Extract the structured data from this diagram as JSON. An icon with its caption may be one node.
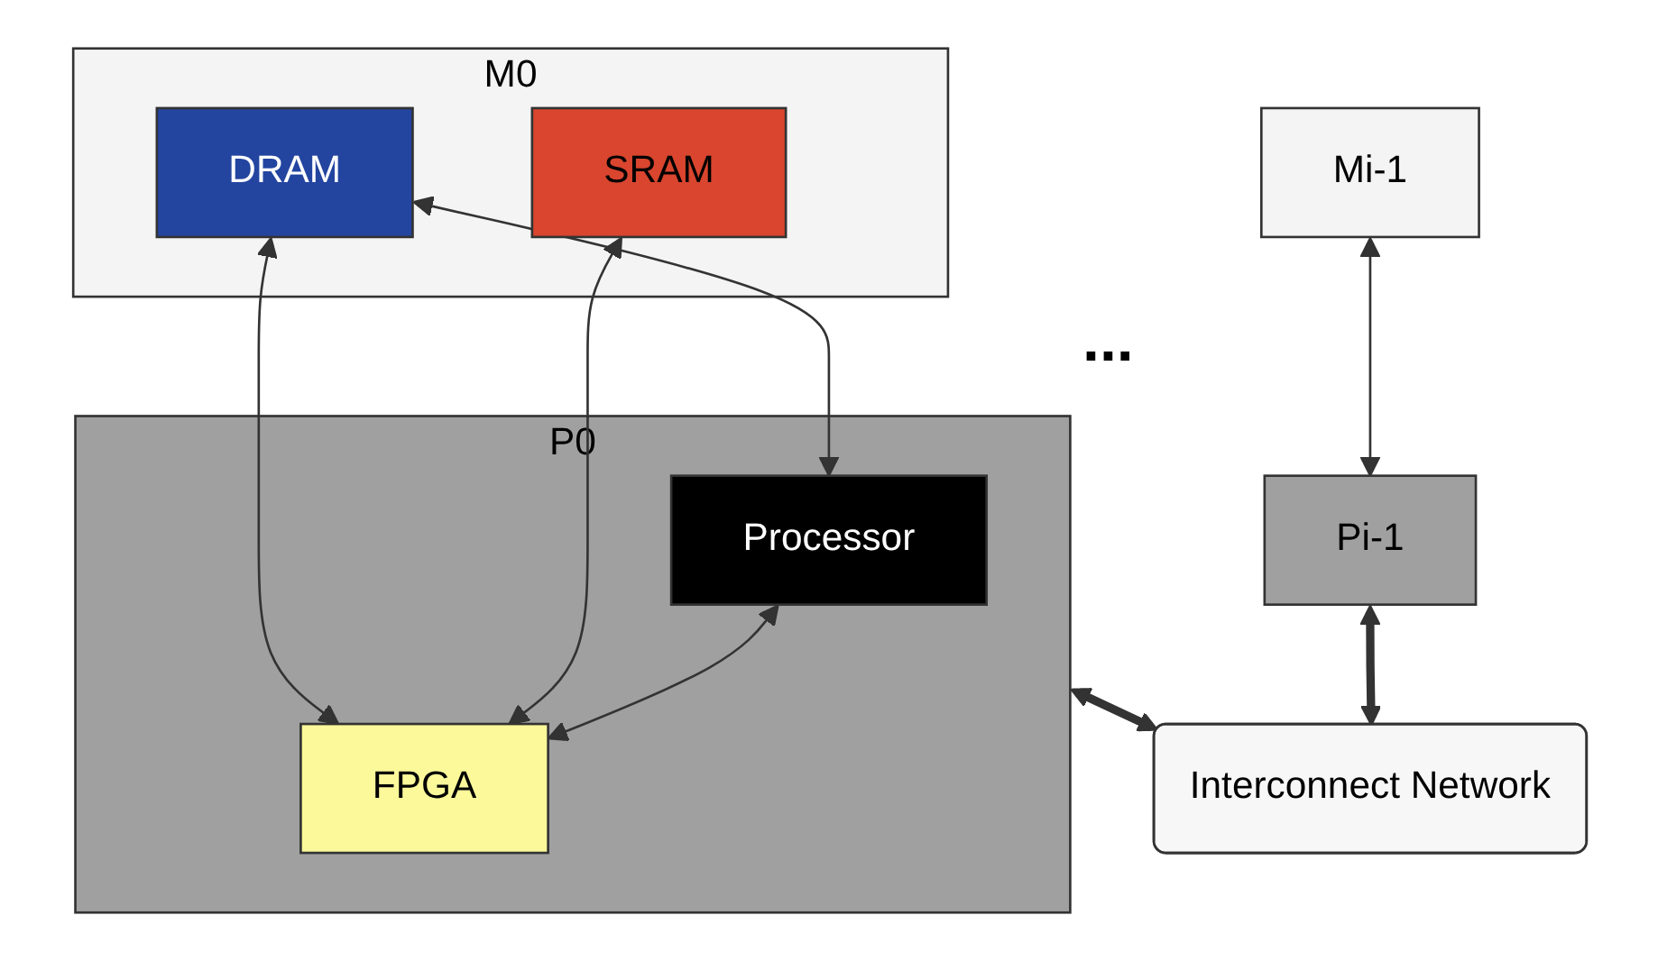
{
  "diagram": {
    "nodes": [
      {
        "text": [
          "M0"
        ]
      },
      {
        "text": [
          "DRAM"
        ],
        "in": 0
      },
      {
        "text": [
          "SRAM"
        ],
        "in": 0
      },
      {
        "text": [
          "Mi-1"
        ]
      },
      {
        "text": [
          "P0"
        ]
      },
      {
        "text": [
          "Processor"
        ],
        "in": 4
      },
      {
        "text": [
          "FPGA"
        ],
        "in": 4
      },
      {
        "text": [
          "Pi-1"
        ]
      },
      {
        "text": [
          "Interconnect Network"
        ]
      }
    ],
    "edges": [
      {
        "from": 1,
        "to": 5,
        "arrow": "both"
      },
      {
        "from": 1,
        "to": 6,
        "arrow": "both"
      },
      {
        "from": 2,
        "to": 6,
        "arrow": "both"
      },
      {
        "from": 5,
        "to": 6,
        "arrow": "both"
      },
      {
        "from": 3,
        "to": 7,
        "arrow": "both"
      },
      {
        "from": 4,
        "to": 8,
        "arrow": "both",
        "style": "thick"
      },
      {
        "from": 7,
        "to": 8,
        "arrow": "both",
        "style": "thick"
      }
    ],
    "labels": [
      "..."
    ]
  }
}
